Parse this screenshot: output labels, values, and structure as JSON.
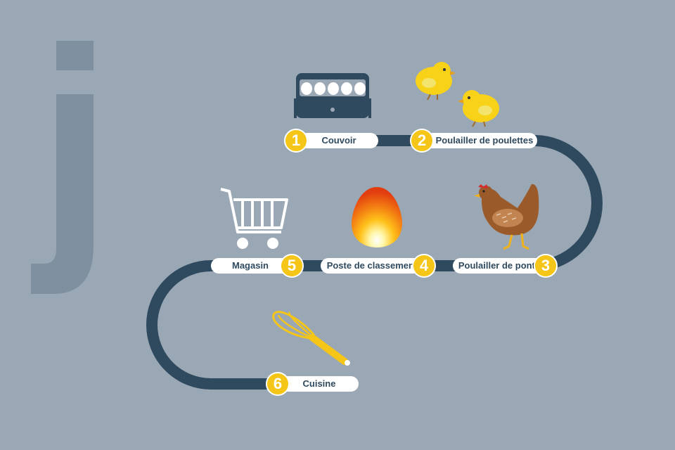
{
  "colors": {
    "background": "#9aa7b4",
    "path": "#2f4a5f",
    "badge": "#f5c518",
    "label_bg": "#ffffff",
    "logo_letter": "#7e8f9f"
  },
  "logo": {
    "letter": "j"
  },
  "steps": [
    {
      "number": "1",
      "label": "Couvoir",
      "icon": "incubator-icon"
    },
    {
      "number": "2",
      "label": "Poulailler de poulettes",
      "icon": "chicks-icon"
    },
    {
      "number": "3",
      "label": "Poulailler de ponte",
      "icon": "hen-icon"
    },
    {
      "number": "4",
      "label": "Poste de classement",
      "icon": "glowing-egg-icon"
    },
    {
      "number": "5",
      "label": "Magasin",
      "icon": "shopping-cart-icon"
    },
    {
      "number": "6",
      "label": "Cuisine",
      "icon": "whisk-icon"
    }
  ]
}
